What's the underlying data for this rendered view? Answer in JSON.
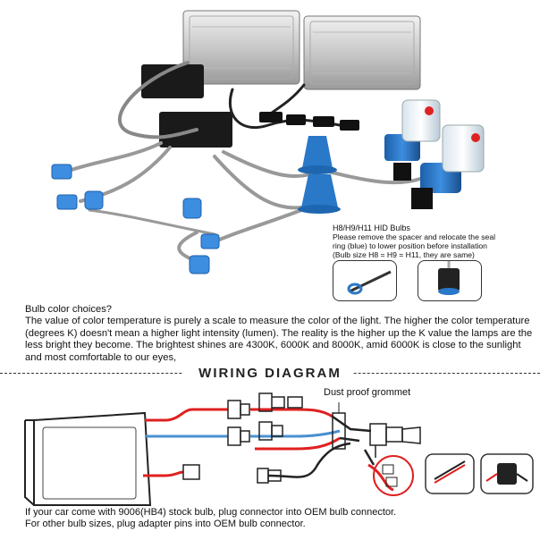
{
  "bulb_note": {
    "title": "H8/H9/H11 HID Bulbs",
    "line1": "Please remove the spacer and relocate the seal",
    "line2": "ring (blue) to lower position before installation",
    "line3": "(Bulb size H8 = H9 = H11, they are same)"
  },
  "color_info": {
    "heading": "Bulb color choices?",
    "paragraph": "The value of color temperature is purely a scale to measure the color of the light. The higher the color temperature (degrees K) doesn't mean a higher light intensity (lumen). The reality is the higher up the K value the lamps are the less bright they become. The brightest shines are 4300K, 6000K and 8000K, amid 6000K is close to the sunlight and most comfortable to our eyes,"
  },
  "wiring": {
    "title": "WIRING DIAGRAM",
    "grommet_label": "Dust proof grommet"
  },
  "footer": {
    "line1": "If your car come with 9006(HB4) stock bulb, plug connector into OEM bulb connector.",
    "line2": "For other bulb sizes, plug adapter pins into OEM bulb connector."
  },
  "colors": {
    "red_wire": "#e02020",
    "blue_wire": "#4a90d0",
    "ballast_silver": "#c8c8c8",
    "seal_blue": "#2a78c8"
  }
}
